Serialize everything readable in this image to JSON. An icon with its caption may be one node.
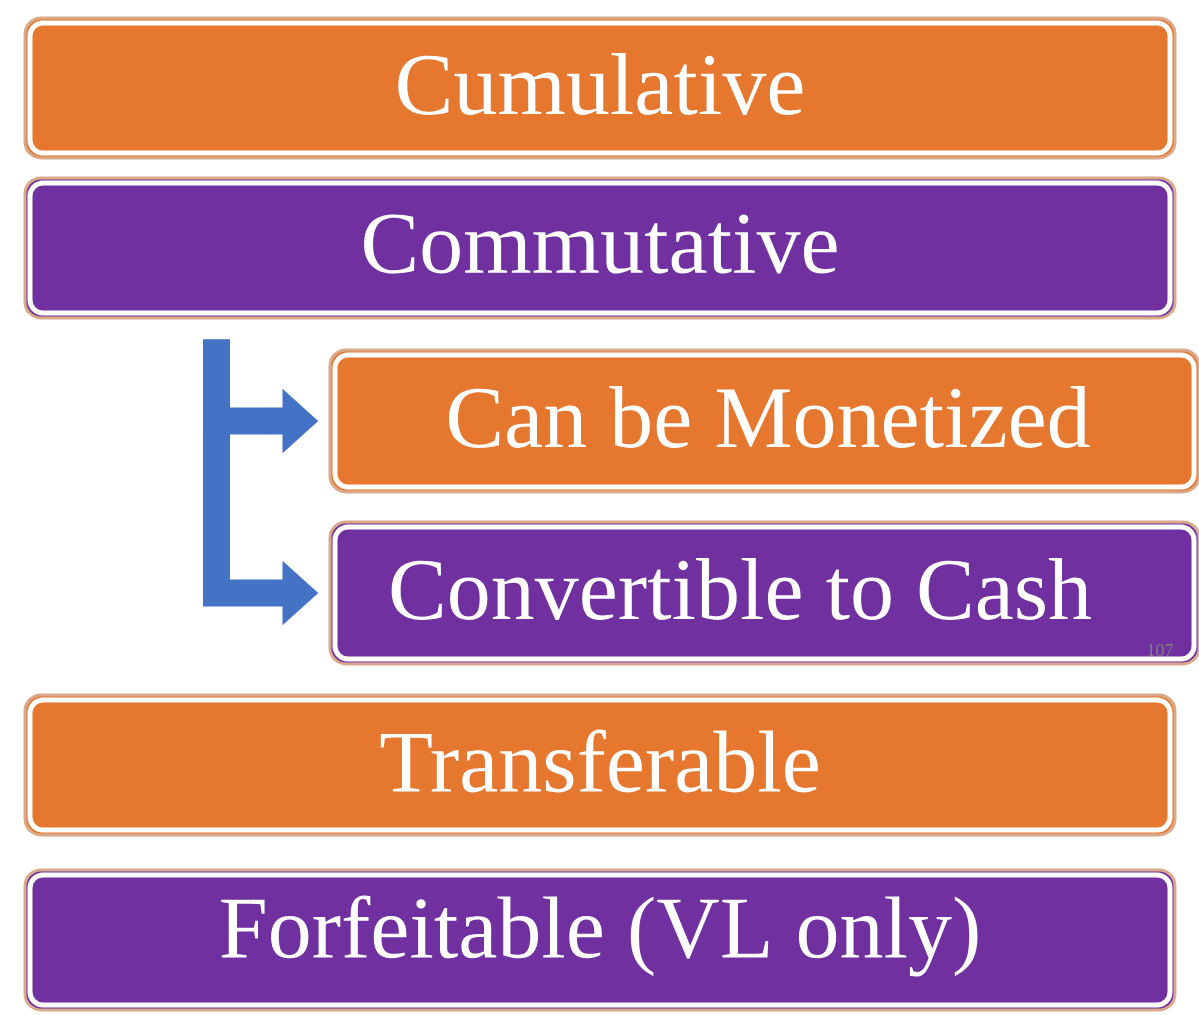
{
  "diagram": {
    "nodes": [
      {
        "text": [
          "Cumulative"
        ]
      },
      {
        "text": [
          "Commutative"
        ]
      },
      {
        "text": [
          "Can be Monetized"
        ]
      },
      {
        "text": [
          "Convertible to Cash"
        ]
      },
      {
        "text": [
          "Transferable"
        ]
      },
      {
        "text": [
          "Forfeitable (VL only)"
        ]
      }
    ],
    "edges": [
      {
        "from": 1,
        "to": 2,
        "arrow": "to"
      },
      {
        "from": 1,
        "to": 3,
        "arrow": "to"
      }
    ],
    "labels": [
      "107"
    ]
  }
}
